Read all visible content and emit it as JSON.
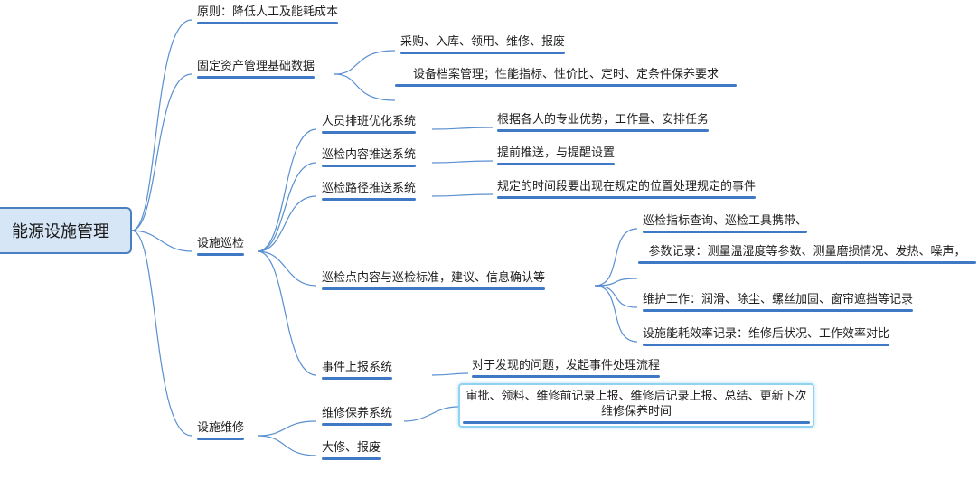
{
  "root": "能源设施管理",
  "branches": {
    "principle": "原则：降低人工及能耗成本",
    "asset_data": {
      "label": "固定资产管理基础数据",
      "children": [
        "采购、入库、领用、维修、报废",
        "设备档案管理；性能指标、性价比、定时、定条件保养要求"
      ]
    },
    "inspection": {
      "label": "设施巡检",
      "children": [
        {
          "label": "人员排班优化系统",
          "detail": "根据各人的专业优势，工作量、安排任务"
        },
        {
          "label": "巡检内容推送系统",
          "detail": "提前推送，与提醒设置"
        },
        {
          "label": "巡检路径推送系统",
          "detail": "规定的时间段要出现在规定的位置处理规定的事件"
        },
        {
          "label": "巡检点内容与巡检标准，建议、信息确认等",
          "items": [
            "巡检指标查询、巡检工具携带、",
            "参数记录：测量温湿度等参数、测量磨损情况、发热、噪声，",
            "维护工作：润滑、除尘、螺丝加固、窗帘遮挡等记录",
            "设施能耗效率记录：维修后状况、工作效率对比"
          ]
        },
        {
          "label": "事件上报系统",
          "detail": "对于发现的问题，发起事件处理流程"
        }
      ]
    },
    "maintenance": {
      "label": "设施维修",
      "children": [
        {
          "label": "维修保养系统",
          "detail": "审批、领料、维修前记录上报、维修后记录上报、总结、更新下次维修保养时间"
        },
        {
          "label": "大修、报废"
        }
      ]
    }
  }
}
